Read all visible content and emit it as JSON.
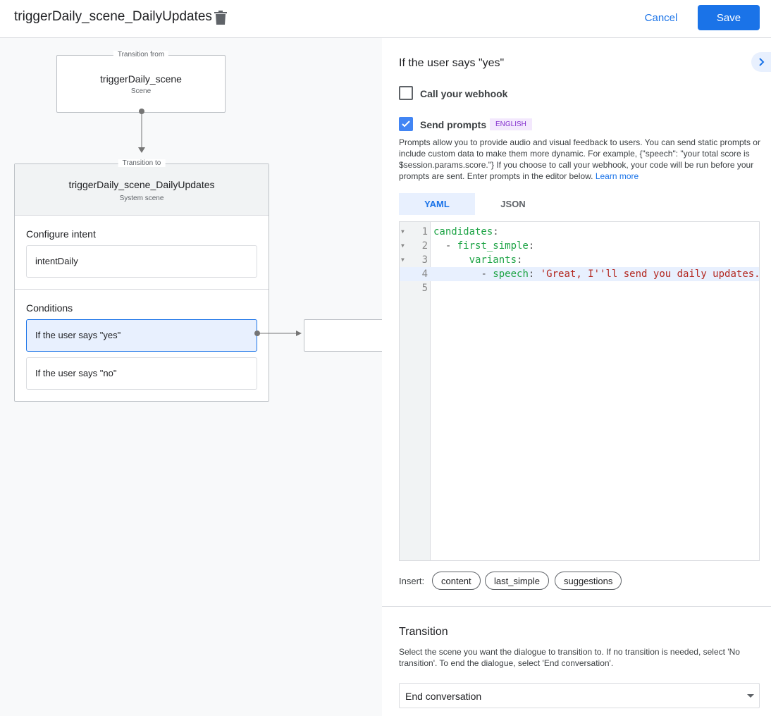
{
  "header": {
    "title": "triggerDaily_scene_DailyUpdates",
    "cancel": "Cancel",
    "save": "Save",
    "accent": "#1a73e8"
  },
  "canvas": {
    "from": {
      "label": "Transition from",
      "name": "triggerDaily_scene",
      "type": "Scene"
    },
    "to": {
      "label": "Transition to",
      "name": "triggerDaily_scene_DailyUpdates",
      "type": "System scene"
    },
    "intent_heading": "Configure intent",
    "intent": "intentDaily",
    "conditions_heading": "Conditions",
    "conditions": [
      "If the user says \"yes\"",
      "If the user says \"no\""
    ]
  },
  "panel": {
    "heading": "If the user says \"yes\"",
    "webhook_label": "Call your webhook",
    "webhook_checked": false,
    "prompts_label": "Send prompts",
    "prompts_checked": true,
    "language_badge": "ENGLISH",
    "description": "Prompts allow you to provide audio and visual feedback to users. You can send static prompts or include custom data to make them more dynamic. For example, {\"speech\": \"your total score is $session.params.score.\"} If you choose to call your webhook, your code will be run before your prompts are sent. Enter prompts in the editor below.",
    "learn_more": "Learn more",
    "tabs": [
      "YAML",
      "JSON"
    ],
    "active_tab": "YAML",
    "code_lines": [
      {
        "n": "1",
        "indent": "",
        "key": "candidates",
        "dash": "",
        "val": ""
      },
      {
        "n": "2",
        "indent": "  ",
        "key": "first_simple",
        "dash": "- ",
        "val": ""
      },
      {
        "n": "3",
        "indent": "      ",
        "key": "variants",
        "dash": "",
        "val": ""
      },
      {
        "n": "4",
        "indent": "        ",
        "key": "speech",
        "dash": "- ",
        "val": " 'Great, I''ll send you daily updates."
      },
      {
        "n": "5",
        "indent": "",
        "key": "",
        "dash": "",
        "val": ""
      }
    ],
    "insert_label": "Insert:",
    "insert_chips": [
      "content",
      "last_simple",
      "suggestions"
    ],
    "transition_heading": "Transition",
    "transition_desc": "Select the scene you want the dialogue to transition to. If no transition is needed, select 'No transition'. To end the dialogue, select 'End conversation'.",
    "transition_value": "End conversation"
  }
}
